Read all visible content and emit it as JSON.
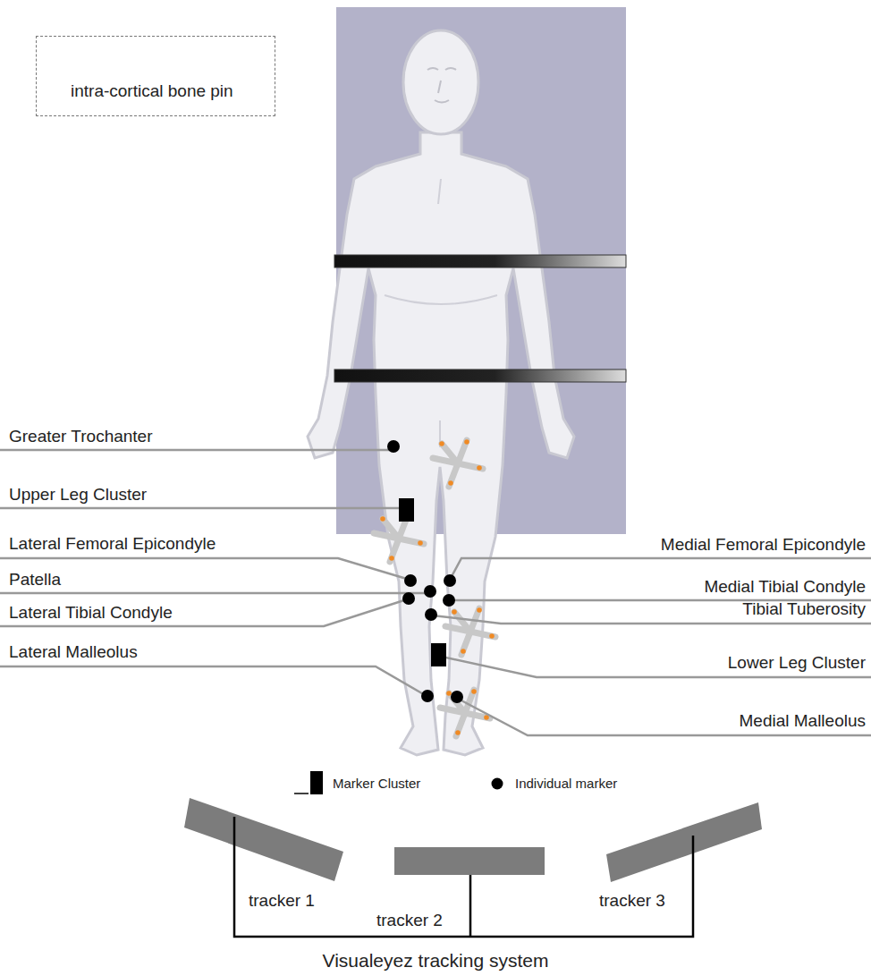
{
  "diagram": {
    "nodes": [
      {
        "text": [
          "intra-cortical bone pin"
        ]
      }
    ],
    "labels": [
      "Greater Trochanter",
      "Upper Leg Cluster",
      "Lateral Femoral Epicondyle",
      "Patella",
      "Lateral Tibial Condyle",
      "Lateral Malleolus",
      "Medial Femoral Epicondyle",
      "Medial Tibial Condyle",
      "Tibial Tuberosity",
      "Lower Leg Cluster",
      "Medial Malleolus",
      "tracker 1",
      "tracker 2",
      "tracker 3",
      "Visualeyez tracking system"
    ],
    "legend": [
      {
        "text": "Marker Cluster"
      },
      {
        "text": "Individual marker"
      }
    ]
  }
}
